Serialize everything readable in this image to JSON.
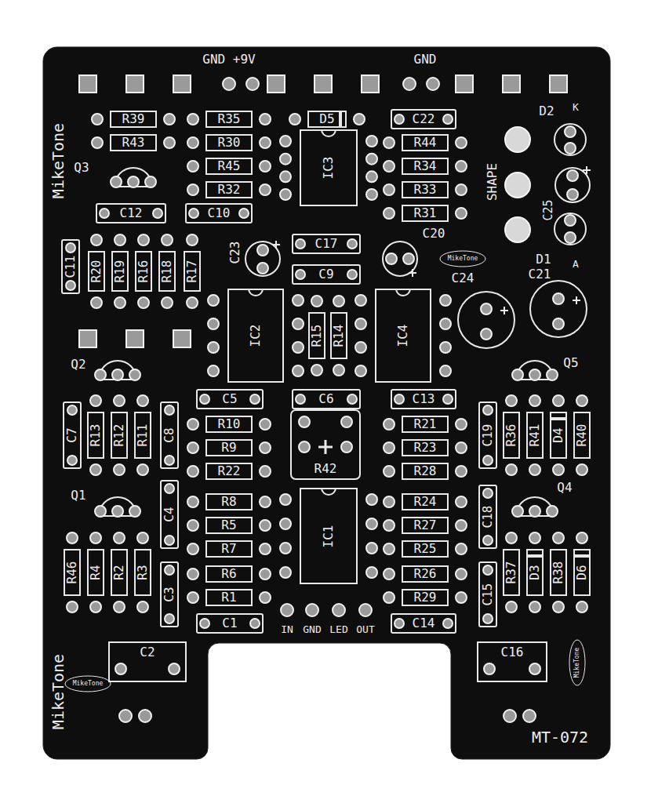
{
  "diagram": {
    "nodes": [
      {
        "text": [
          "R39"
        ]
      },
      {
        "text": [
          "R35"
        ]
      },
      {
        "text": [
          "D5"
        ]
      },
      {
        "text": [
          "C22"
        ]
      },
      {
        "text": [
          "R43"
        ]
      },
      {
        "text": [
          "R30"
        ]
      },
      {
        "text": [
          "IC3"
        ]
      },
      {
        "text": [
          "R44"
        ]
      },
      {
        "text": [
          "R45"
        ]
      },
      {
        "text": [
          "R34"
        ]
      },
      {
        "text": [
          "R32"
        ]
      },
      {
        "text": [
          "R33"
        ]
      },
      {
        "text": [
          "C12"
        ]
      },
      {
        "text": [
          "C10"
        ]
      },
      {
        "text": [
          "R31"
        ]
      },
      {
        "text": [
          "C17"
        ]
      },
      {
        "text": [
          "C11"
        ]
      },
      {
        "text": [
          "R20"
        ]
      },
      {
        "text": [
          "R19"
        ]
      },
      {
        "text": [
          "R16"
        ]
      },
      {
        "text": [
          "R18"
        ]
      },
      {
        "text": [
          "R17"
        ]
      },
      {
        "text": [
          "C9"
        ]
      },
      {
        "text": [
          "IC2"
        ]
      },
      {
        "text": [
          "R15"
        ]
      },
      {
        "text": [
          "R14"
        ]
      },
      {
        "text": [
          "IC4"
        ]
      },
      {
        "text": [
          "C5"
        ]
      },
      {
        "text": [
          "C6"
        ]
      },
      {
        "text": [
          "C13"
        ]
      },
      {
        "text": [
          "C7"
        ]
      },
      {
        "text": [
          "R13"
        ]
      },
      {
        "text": [
          "R12"
        ]
      },
      {
        "text": [
          "R11"
        ]
      },
      {
        "text": [
          "C8"
        ]
      },
      {
        "text": [
          "R10"
        ]
      },
      {
        "text": [
          "R42"
        ]
      },
      {
        "text": [
          "R21"
        ]
      },
      {
        "text": [
          "C19"
        ]
      },
      {
        "text": [
          "R36"
        ]
      },
      {
        "text": [
          "R41"
        ]
      },
      {
        "text": [
          "D4"
        ]
      },
      {
        "text": [
          "R40"
        ]
      },
      {
        "text": [
          "R9"
        ]
      },
      {
        "text": [
          "R23"
        ]
      },
      {
        "text": [
          "R22"
        ]
      },
      {
        "text": [
          "R28"
        ]
      },
      {
        "text": [
          "C4"
        ]
      },
      {
        "text": [
          "R8"
        ]
      },
      {
        "text": [
          "IC1"
        ]
      },
      {
        "text": [
          "R24"
        ]
      },
      {
        "text": [
          "C18"
        ]
      },
      {
        "text": [
          "R5"
        ]
      },
      {
        "text": [
          "R27"
        ]
      },
      {
        "text": [
          "R7"
        ]
      },
      {
        "text": [
          "R25"
        ]
      },
      {
        "text": [
          "R46"
        ]
      },
      {
        "text": [
          "R4"
        ]
      },
      {
        "text": [
          "R2"
        ]
      },
      {
        "text": [
          "R3"
        ]
      },
      {
        "text": [
          "R37"
        ]
      },
      {
        "text": [
          "D3"
        ]
      },
      {
        "text": [
          "R38"
        ]
      },
      {
        "text": [
          "D6"
        ]
      },
      {
        "text": [
          "C3"
        ]
      },
      {
        "text": [
          "C15"
        ]
      },
      {
        "text": [
          "R6"
        ]
      },
      {
        "text": [
          "R26"
        ]
      },
      {
        "text": [
          "R1"
        ]
      },
      {
        "text": [
          "R29"
        ]
      },
      {
        "text": [
          "C1"
        ]
      },
      {
        "text": [
          "C14"
        ]
      },
      {
        "text": [
          "C2"
        ]
      },
      {
        "text": [
          "C16"
        ]
      }
    ],
    "labels": [
      "GND +9V",
      "GND",
      "MikeTone",
      "Q3",
      "D2",
      "K",
      "SHAPE",
      "C25",
      "D1",
      "A",
      "C23",
      "C20",
      "MikeTone",
      "C24",
      "C21",
      "Q2",
      "Q5",
      "Q1",
      "Q4",
      "IN",
      "GND",
      "LED",
      "OUT",
      "MikeTone",
      "MikeTone",
      "MikeTone",
      "MT-072"
    ]
  }
}
